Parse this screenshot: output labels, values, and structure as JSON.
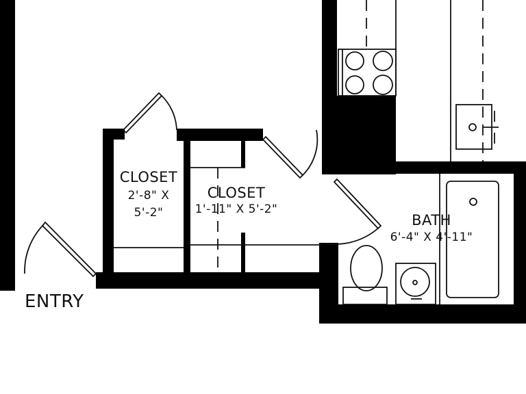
{
  "colors": {
    "wall": "#000000",
    "line": "#111111",
    "background": "#ffffff"
  },
  "rooms": {
    "closet_left": {
      "name": "CLOSET",
      "dim_line1": "2'-8\" X",
      "dim_line2": "5'-2\""
    },
    "closet_middle": {
      "name": "CLOSET",
      "dim": "1'-11\" X 5'-2\""
    },
    "bath": {
      "name": "BATH",
      "dim": "6'-4\" X 4'-11\""
    }
  },
  "entry_label": "ENTRY"
}
